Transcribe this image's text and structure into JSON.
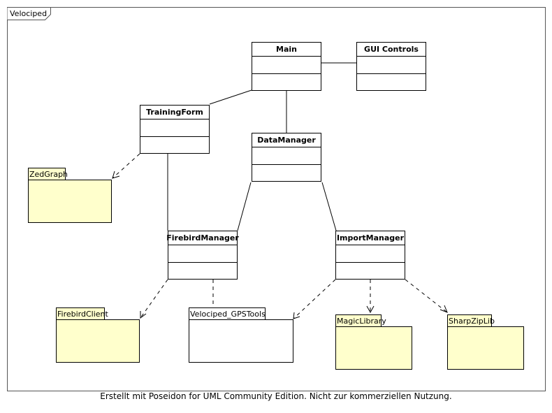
{
  "frame": {
    "title": "Velociped"
  },
  "classes": {
    "main": "Main",
    "gui_controls": "GUI Controls",
    "training_form": "TrainingForm",
    "data_manager": "DataManager",
    "firebird_manager": "FirebirdManager",
    "import_manager": "ImportManager"
  },
  "packages": {
    "zedgraph": "ZedGraph",
    "firebird_client": "FirebirdClient",
    "gps_tools": "Velociped_GPSTools",
    "magic_library": "MagicLibrary",
    "sharpziplib": "SharpZipLib"
  },
  "colors": {
    "package_fill": "#ffffcc",
    "package_plain_fill": "#ffffff",
    "class_fill": "#ffffff",
    "line": "#000000"
  },
  "footer": {
    "text": "Erstellt mit Poseidon for UML Community Edition. Nicht zur kommerziellen Nutzung."
  }
}
